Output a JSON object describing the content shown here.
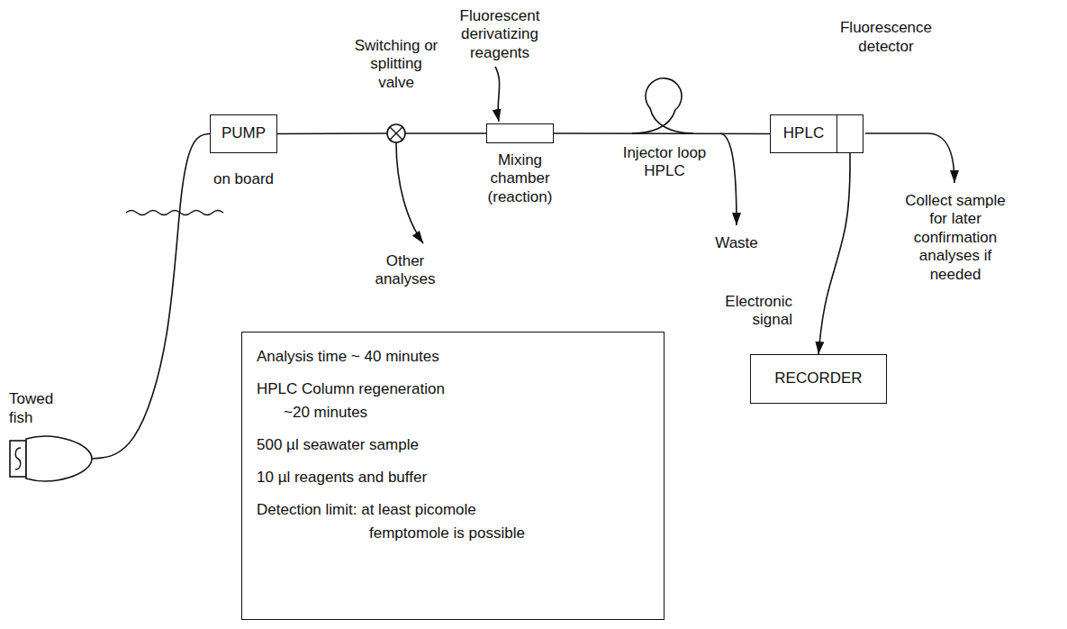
{
  "diagram": {
    "nodes": [
      {
        "text": [
          "Towed fish"
        ]
      },
      {
        "text": [
          "PUMP",
          "on board"
        ]
      },
      {
        "text": [
          "Switching or splitting valve"
        ]
      },
      {
        "text": [
          "Mixing chamber (reaction)"
        ]
      },
      {
        "text": [
          "HPLC"
        ]
      },
      {
        "text": [
          "Fluorescence detector"
        ]
      },
      {
        "text": [
          "RECORDER"
        ]
      },
      {
        "text": [
          "Analysis time ~ 40 minutes",
          "HPLC Column regeneration ~20 minutes",
          "500 µl seawater sample",
          "10 µl reagents and buffer",
          "Detection limit: at least picomole femptomole is possible"
        ]
      }
    ],
    "edges": [
      {
        "from": 0,
        "to": 1,
        "arrow": "none"
      },
      {
        "from": 1,
        "to": 2,
        "arrow": "none"
      },
      {
        "from": 2,
        "to": 3,
        "arrow": "none"
      },
      {
        "from": 3,
        "to": 4,
        "arrow": "none"
      },
      {
        "from": 5,
        "to": 6,
        "arrow": "to",
        "label": "Electronic signal"
      }
    ],
    "labels": [
      "Other analyses",
      "Fluorescent derivatizing reagents",
      "Injector loop HPLC",
      "Waste",
      "Collect sample for later confirmation analyses if needed"
    ]
  }
}
